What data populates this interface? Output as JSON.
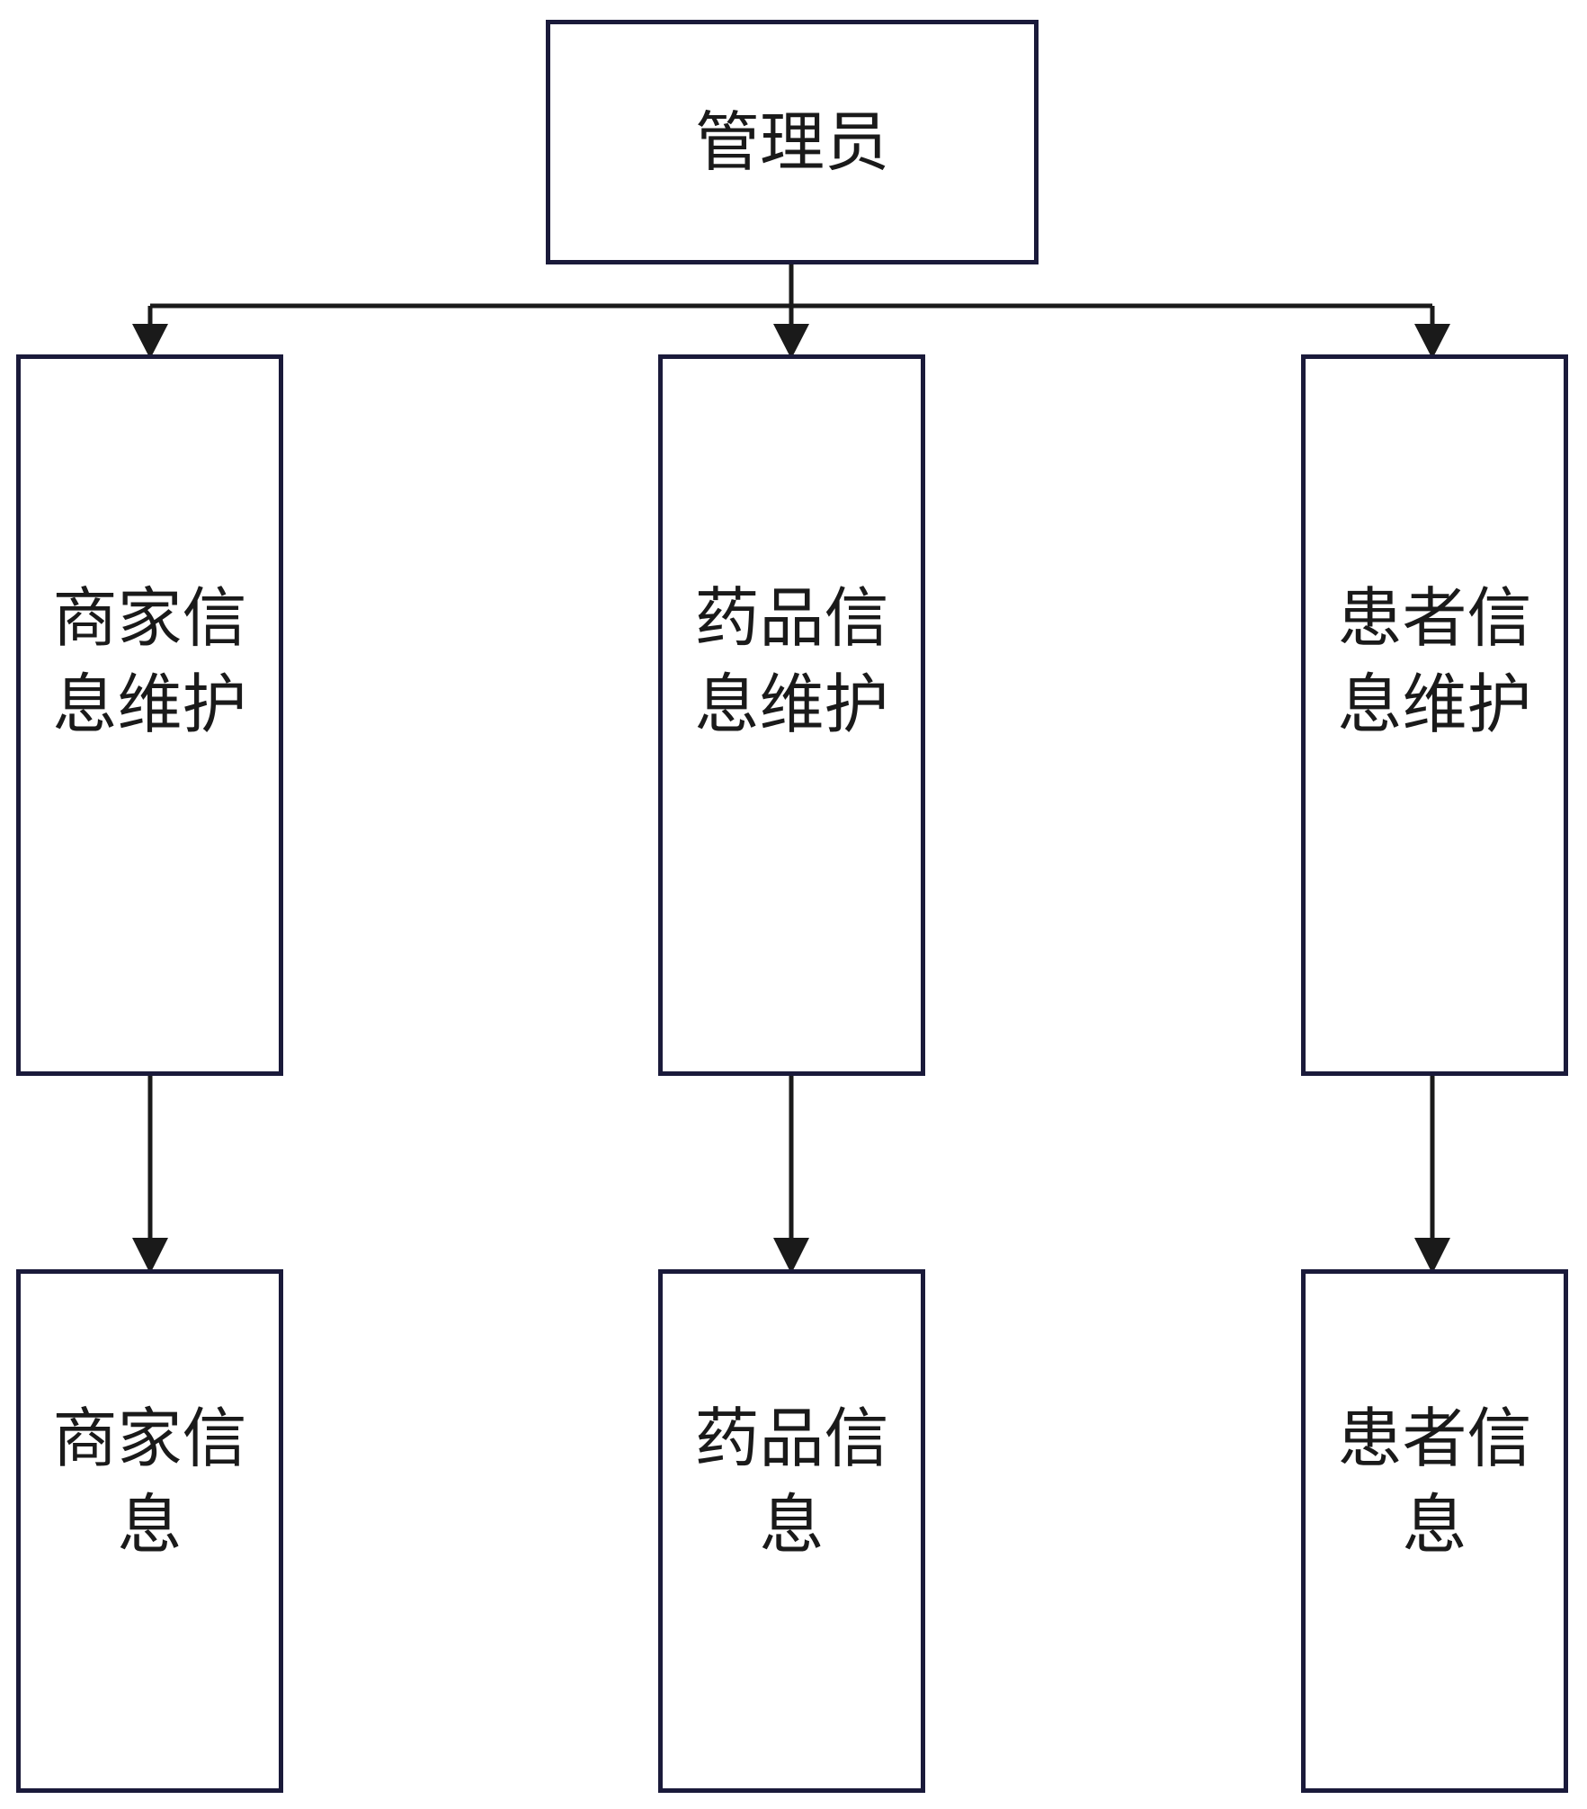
{
  "diagram": {
    "nodes": {
      "root": {
        "label": "管理员"
      },
      "merchant_maintenance": {
        "label": "商家信息维护"
      },
      "drug_maintenance": {
        "label": "药品信息维护"
      },
      "patient_maintenance": {
        "label": "患者信息维护"
      },
      "merchant_info": {
        "label": "商家信息"
      },
      "drug_info": {
        "label": "药品信息"
      },
      "patient_info": {
        "label": "患者信息"
      }
    },
    "edges": [
      {
        "from": "root",
        "to": "merchant_maintenance"
      },
      {
        "from": "root",
        "to": "drug_maintenance"
      },
      {
        "from": "root",
        "to": "patient_maintenance"
      },
      {
        "from": "merchant_maintenance",
        "to": "merchant_info"
      },
      {
        "from": "drug_maintenance",
        "to": "drug_info"
      },
      {
        "from": "patient_maintenance",
        "to": "patient_info"
      }
    ],
    "colors": {
      "box_border": "#1a1a3a",
      "arrow": "#1a1a1a",
      "text": "#1a1a1a",
      "background": "#ffffff"
    }
  }
}
